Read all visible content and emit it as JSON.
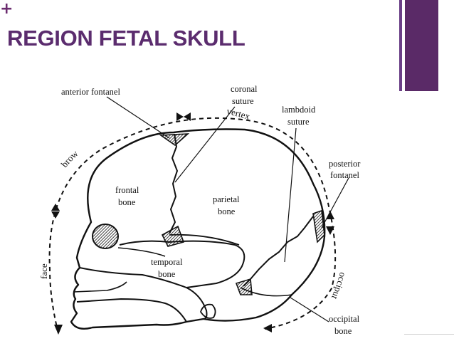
{
  "slide": {
    "plus_mark": "+",
    "title": "REGION FETAL SKULL"
  },
  "labels": {
    "anterior_fontanel": "anterior fontanel",
    "coronal": "coronal",
    "suture": "suture",
    "lambdoid": "lambdoid",
    "lambdoid_suture": "suture",
    "posterior": "posterior",
    "fontanel": "fontanel",
    "frontal": "frontal",
    "frontal_bone": "bone",
    "parietal": "parietal",
    "parietal_bone": "bone",
    "temporal": "temporal",
    "temporal_bone": "bone",
    "occipital": "occipital",
    "occipital_bone": "bone",
    "vertex": "vertex",
    "brow": "brow",
    "face": "face",
    "occiput": "occiput"
  },
  "colors": {
    "title": "#5b2c6e",
    "accent_bar": "#5a2a67",
    "accent_bar_thin": "#6a3f86",
    "ink": "#111111"
  }
}
